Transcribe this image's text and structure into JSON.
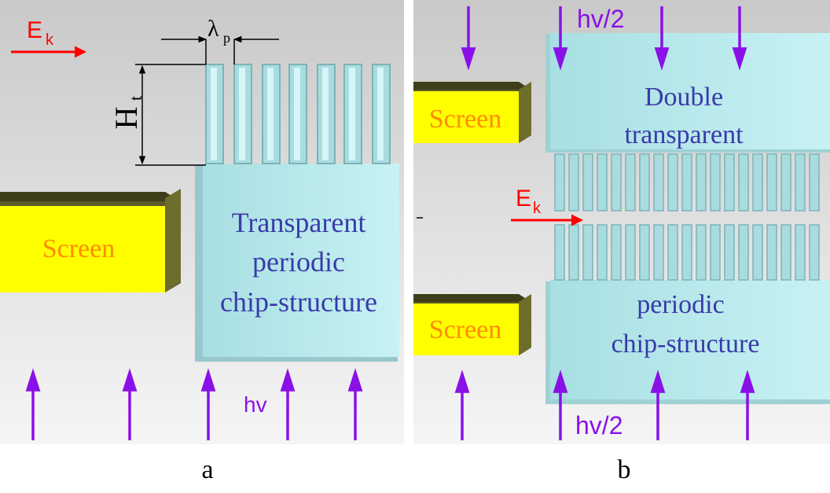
{
  "panel_a": {
    "caption": "a",
    "field_label": "E",
    "field_sub": "k",
    "period_label": "λ",
    "period_sub": "p",
    "height_label": "H",
    "height_sub": "t",
    "screen_label": "Screen",
    "structure_line1": "Transparent",
    "structure_line2": "periodic",
    "structure_line3": "chip-structure",
    "photon_label": "hv"
  },
  "panel_b": {
    "caption": "b",
    "field_label": "E",
    "field_sub": "k",
    "photon_top_label": "hv/2",
    "photon_bottom_label": "hv/2",
    "screen_top_label": "Screen",
    "screen_bottom_label": "Screen",
    "top_block_line1": "Double",
    "top_block_line2": "transparent",
    "bottom_block_line1": "periodic",
    "bottom_block_line2": "chip-structure"
  },
  "colors": {
    "arrow_purple": "#8a10e8",
    "field_red": "#ff0000",
    "screen_yellow": "#ffff00",
    "screen_text": "#ff8c00",
    "block_cyan": "#bdeef0",
    "text_blue": "#3a3aaa"
  }
}
